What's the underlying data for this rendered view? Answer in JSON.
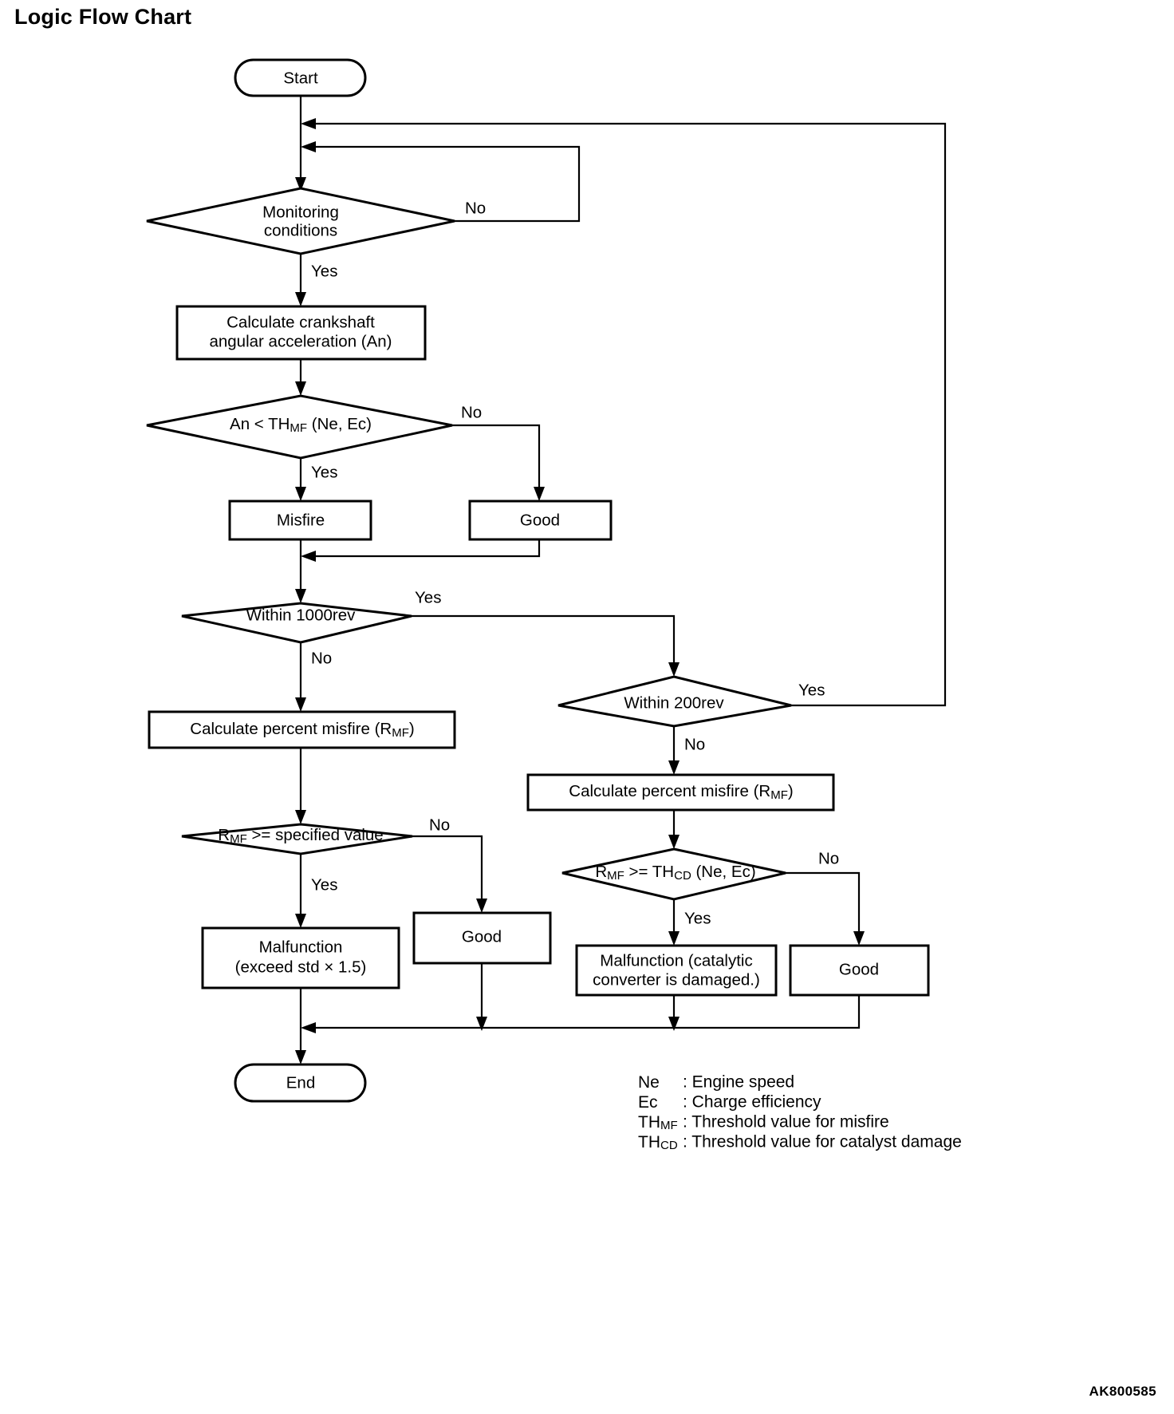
{
  "page": {
    "title": "Logic Flow Chart",
    "doc_code": "AK800585"
  },
  "nodes": {
    "start": "Start",
    "end": "End",
    "monitoring_conditions_line1": "Monitoring",
    "monitoring_conditions_line2": "conditions",
    "calc_crankshaft_line1": "Calculate crankshaft",
    "calc_crankshaft_line2": "angular acceleration (An)",
    "an_lt_thmf_pre": "An < TH",
    "an_lt_thmf_sub": "MF",
    "an_lt_thmf_post": " (Ne, Ec)",
    "misfire": "Misfire",
    "good_1": "Good",
    "within_1000rev": "Within 1000rev",
    "within_200rev": "Within 200rev",
    "calc_percent_misfire_pre": "Calculate percent misfire (R",
    "calc_percent_misfire_sub": "MF",
    "calc_percent_misfire_post": ")",
    "rmf_spec_pre": "R",
    "rmf_spec_sub": "MF",
    "rmf_spec_post": " >= specified value",
    "rmf_thcd_pre": "R",
    "rmf_thcd_sub1": "MF",
    "rmf_thcd_mid": " >= TH",
    "rmf_thcd_sub2": "CD",
    "rmf_thcd_post": " (Ne, Ec)",
    "malfunction_line1": "Malfunction",
    "malfunction_line2": "(exceed std × 1.5)",
    "good_2": "Good",
    "malfunction_cat_line1": "Malfunction (catalytic",
    "malfunction_cat_line2": "converter is damaged.)",
    "good_3": "Good"
  },
  "edge_labels": {
    "monitoring_no": "No",
    "monitoring_yes": "Yes",
    "thmf_no": "No",
    "thmf_yes": "Yes",
    "rev1000_yes": "Yes",
    "rev1000_no": "No",
    "rev200_yes": "Yes",
    "rev200_no": "No",
    "spec_no": "No",
    "spec_yes": "Yes",
    "thcd_no": "No",
    "thcd_yes": "Yes"
  },
  "legend": [
    {
      "key": "Ne",
      "key_sub": "",
      "value": ": Engine speed"
    },
    {
      "key": "Ec",
      "key_sub": "",
      "value": ": Charge efficiency"
    },
    {
      "key": "TH",
      "key_sub": "MF",
      "value": ": Threshold value for misfire"
    },
    {
      "key": "TH",
      "key_sub": "CD",
      "value": ": Threshold value for catalyst damage"
    }
  ],
  "chart_data": {
    "type": "flowchart",
    "title": "Logic Flow Chart",
    "nodes": [
      {
        "id": "start",
        "shape": "terminator",
        "text": "Start"
      },
      {
        "id": "monitoring",
        "shape": "decision",
        "text": "Monitoring conditions"
      },
      {
        "id": "calc_crank",
        "shape": "process",
        "text": "Calculate crankshaft angular acceleration (An)"
      },
      {
        "id": "an_thmf",
        "shape": "decision",
        "text": "An < THMF (Ne, Ec)"
      },
      {
        "id": "misfire",
        "shape": "process",
        "text": "Misfire"
      },
      {
        "id": "good1",
        "shape": "process",
        "text": "Good"
      },
      {
        "id": "rev1000",
        "shape": "decision",
        "text": "Within 1000rev"
      },
      {
        "id": "calc_pm_left",
        "shape": "process",
        "text": "Calculate percent misfire (RMF)"
      },
      {
        "id": "rmf_spec",
        "shape": "decision",
        "text": "RMF >= specified value"
      },
      {
        "id": "malfunction",
        "shape": "process",
        "text": "Malfunction (exceed std x 1.5)"
      },
      {
        "id": "good2",
        "shape": "process",
        "text": "Good"
      },
      {
        "id": "rev200",
        "shape": "decision",
        "text": "Within 200rev"
      },
      {
        "id": "calc_pm_right",
        "shape": "process",
        "text": "Calculate percent misfire (RMF)"
      },
      {
        "id": "rmf_thcd",
        "shape": "decision",
        "text": "RMF >= THCD (Ne, Ec)"
      },
      {
        "id": "malfunction_cat",
        "shape": "process",
        "text": "Malfunction (catalytic converter is damaged.)"
      },
      {
        "id": "good3",
        "shape": "process",
        "text": "Good"
      },
      {
        "id": "end",
        "shape": "terminator",
        "text": "End"
      }
    ],
    "edges": [
      {
        "from": "start",
        "to": "monitoring",
        "label": ""
      },
      {
        "from": "monitoring",
        "to": "monitoring",
        "label": "No"
      },
      {
        "from": "monitoring",
        "to": "calc_crank",
        "label": "Yes"
      },
      {
        "from": "calc_crank",
        "to": "an_thmf",
        "label": ""
      },
      {
        "from": "an_thmf",
        "to": "misfire",
        "label": "Yes"
      },
      {
        "from": "an_thmf",
        "to": "good1",
        "label": "No"
      },
      {
        "from": "misfire",
        "to": "rev1000",
        "label": ""
      },
      {
        "from": "good1",
        "to": "rev1000",
        "label": ""
      },
      {
        "from": "rev1000",
        "to": "rev200",
        "label": "Yes"
      },
      {
        "from": "rev1000",
        "to": "calc_pm_left",
        "label": "No"
      },
      {
        "from": "calc_pm_left",
        "to": "rmf_spec",
        "label": ""
      },
      {
        "from": "rmf_spec",
        "to": "malfunction",
        "label": "Yes"
      },
      {
        "from": "rmf_spec",
        "to": "good2",
        "label": "No"
      },
      {
        "from": "rev200",
        "to": "monitoring",
        "label": "Yes"
      },
      {
        "from": "rev200",
        "to": "calc_pm_right",
        "label": "No"
      },
      {
        "from": "calc_pm_right",
        "to": "rmf_thcd",
        "label": ""
      },
      {
        "from": "rmf_thcd",
        "to": "malfunction_cat",
        "label": "Yes"
      },
      {
        "from": "rmf_thcd",
        "to": "good3",
        "label": "No"
      },
      {
        "from": "malfunction",
        "to": "end",
        "label": ""
      },
      {
        "from": "good2",
        "to": "end",
        "label": ""
      },
      {
        "from": "malfunction_cat",
        "to": "end",
        "label": ""
      },
      {
        "from": "good3",
        "to": "end",
        "label": ""
      }
    ]
  }
}
